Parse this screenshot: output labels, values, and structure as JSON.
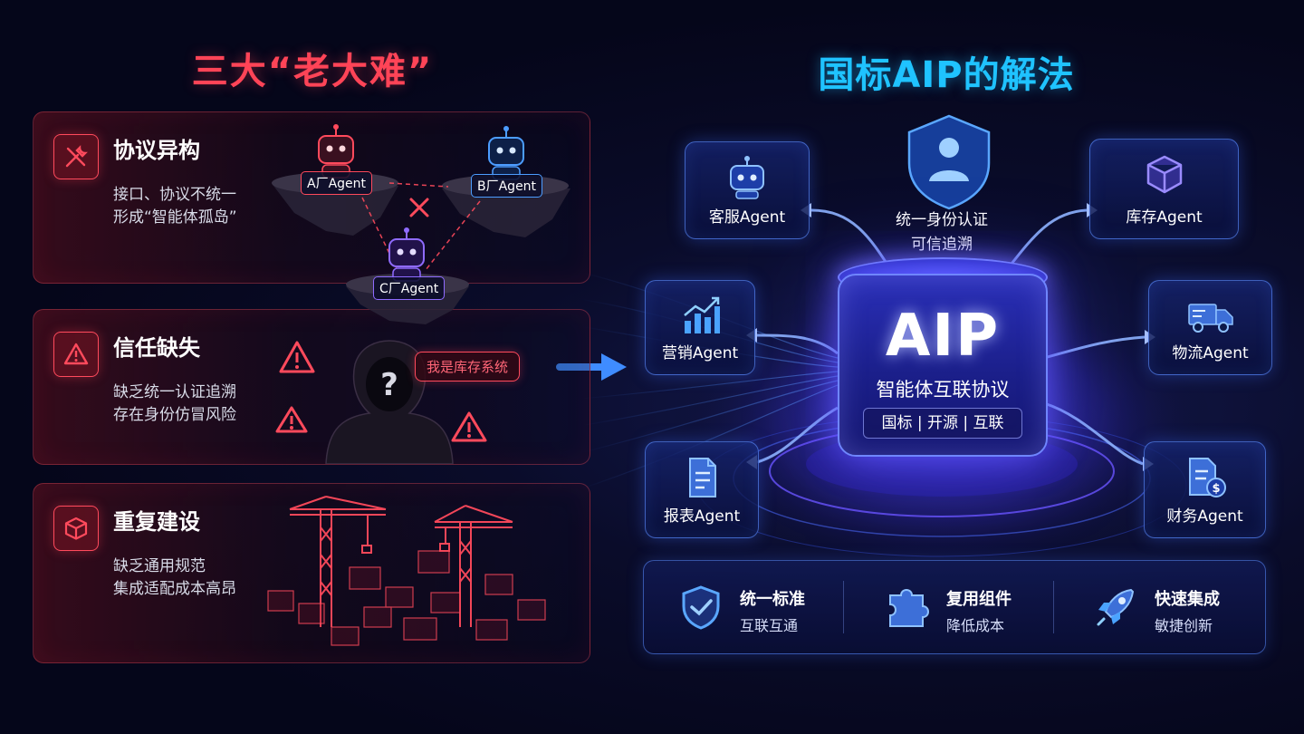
{
  "left": {
    "title": "三大“老大难”",
    "problems": [
      {
        "title": "协议异构",
        "lines": [
          "接口、协议不统一",
          "形成“智能体孤岛”"
        ],
        "icon": "tools-icon"
      },
      {
        "title": "信任缺失",
        "lines": [
          "缺乏统一认证追溯",
          "存在身份仿冒风险"
        ],
        "icon": "warning-icon"
      },
      {
        "title": "重复建设",
        "lines": [
          "缺乏通用规范",
          "集成适配成本高昂"
        ],
        "icon": "cube-icon"
      }
    ],
    "robots": [
      "A厂Agent",
      "B厂Agent",
      "C厂Agent"
    ],
    "speech": "我是库存系统"
  },
  "right": {
    "title": "国标AIP的解法",
    "center": {
      "name": "AIP",
      "subtitle": "智能体互联协议",
      "tags": "国标 | 开源 | 互联"
    },
    "identity": [
      "统一身份认证",
      "可信追溯"
    ],
    "agents": [
      "客服Agent",
      "库存Agent",
      "营销Agent",
      "物流Agent",
      "报表Agent",
      "财务Agent"
    ],
    "benefits": [
      {
        "title": "统一标准",
        "sub": "互联互通",
        "icon": "shield-check-icon"
      },
      {
        "title": "复用组件",
        "sub": "降低成本",
        "icon": "puzzle-icon"
      },
      {
        "title": "快速集成",
        "sub": "敏捷创新",
        "icon": "rocket-icon"
      }
    ]
  },
  "colors": {
    "problem_red": "#ff4457",
    "solution_cyan": "#1fc3ff",
    "aip_purple": "#3a34d8"
  }
}
